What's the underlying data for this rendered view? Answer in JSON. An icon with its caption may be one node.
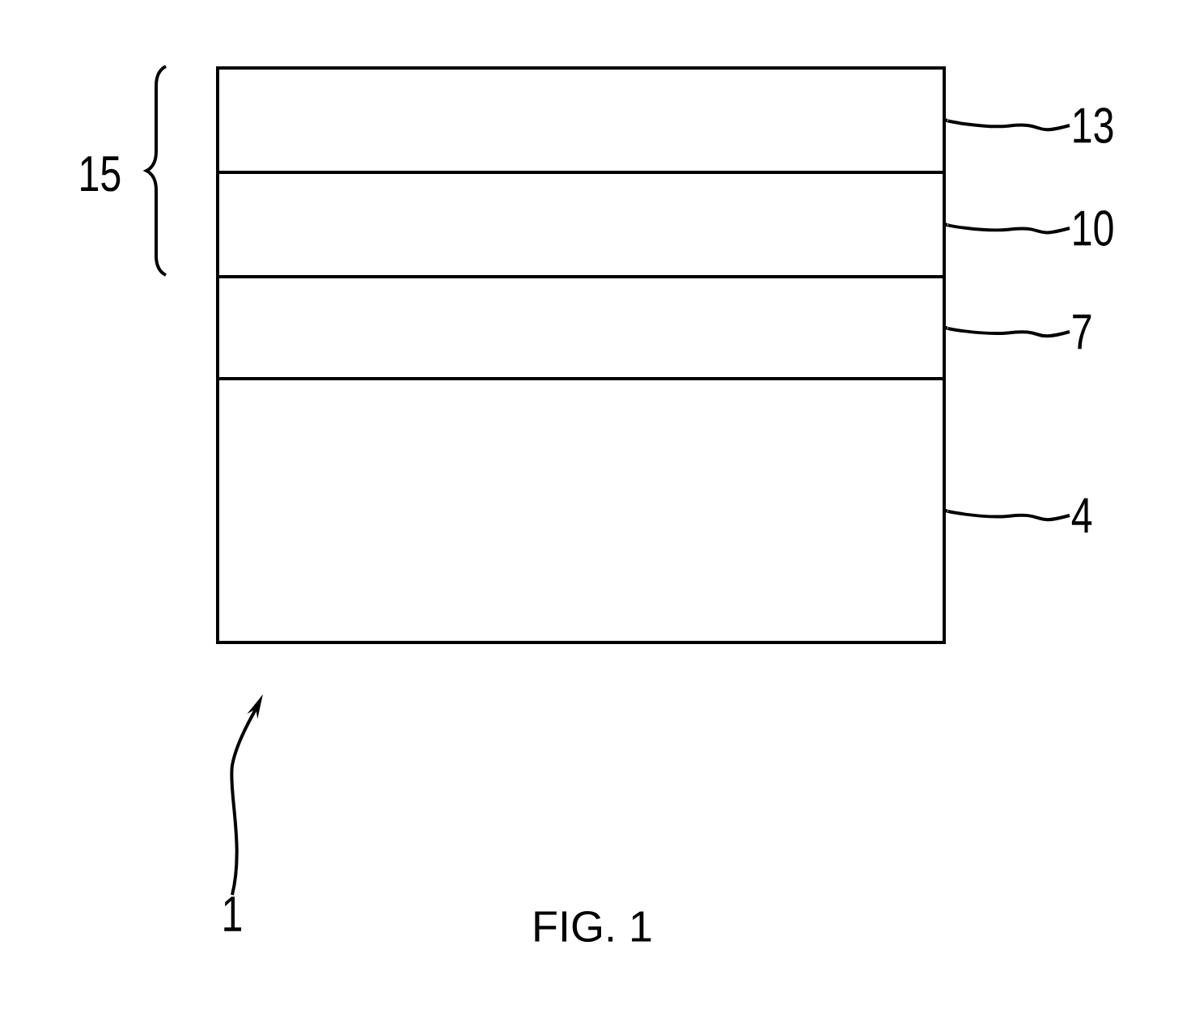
{
  "diagram": {
    "caption": "FIG. 1",
    "nodes": [
      {
        "text": [],
        "shape": "box"
      },
      {
        "text": [],
        "shape": "box",
        "in": 0
      },
      {
        "text": [],
        "shape": "box",
        "in": 0
      },
      {
        "text": [],
        "shape": "box",
        "in": 0
      },
      {
        "text": [],
        "shape": "box",
        "in": 0
      },
      {
        "text": [
          "13"
        ]
      },
      {
        "text": [
          "10"
        ]
      },
      {
        "text": [
          "7"
        ]
      },
      {
        "text": [
          "4"
        ]
      },
      {
        "text": [
          "1"
        ]
      }
    ],
    "edges": [
      {
        "from": 5,
        "to": 1,
        "arrow": "none"
      },
      {
        "from": 6,
        "to": 2,
        "arrow": "none"
      },
      {
        "from": 7,
        "to": 3,
        "arrow": "none"
      },
      {
        "from": 8,
        "to": 4,
        "arrow": "none"
      },
      {
        "from": 9,
        "to": 0,
        "arrow": "to"
      }
    ],
    "labels": [
      "15"
    ]
  }
}
